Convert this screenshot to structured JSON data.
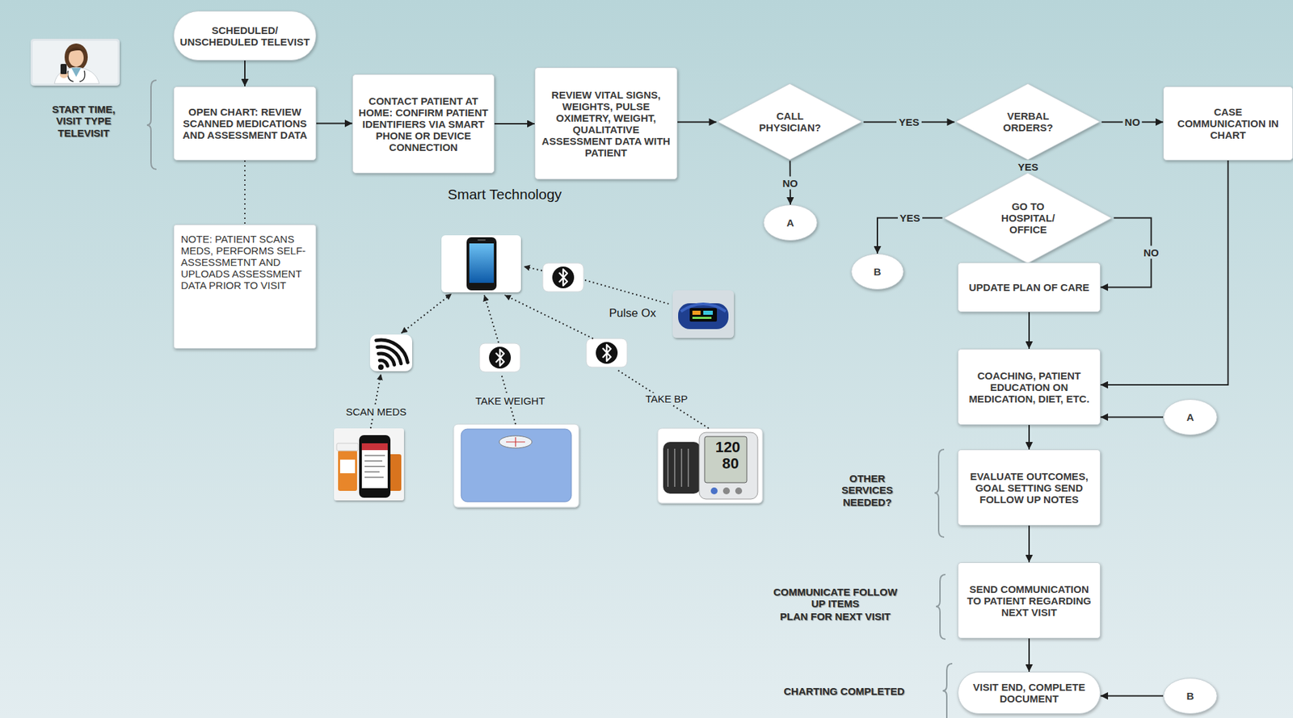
{
  "diagram": {
    "nodes": [
      {
        "text": [
          "SCHEDULED/ UNSCHEDULED TELEVIST"
        ]
      },
      {
        "text": [
          "OPEN CHART: REVIEW SCANNED MEDICATIONS AND ASSESSMENT DATA"
        ]
      },
      {
        "text": [
          "CONTACT PATIENT AT HOME: CONFIRM PATIENT IDENTIFIERS VIA SMART PHONE OR DEVICE CONNECTION"
        ]
      },
      {
        "text": [
          "REVIEW VITAL SIGNS, WEIGHTS, PULSE OXIMETRY, WEIGHT, QUALITATIVE ASSESSMENT DATA WITH PATIENT"
        ]
      },
      {
        "text": [
          "CALL PHYSICIAN?"
        ]
      },
      {
        "text": [
          "VERBAL ORDERS?"
        ]
      },
      {
        "text": [
          "CASE COMMUNICATION IN CHART"
        ]
      },
      {
        "text": [
          "A"
        ]
      },
      {
        "text": [
          "GO TO HOSPITAL/ OFFICE"
        ]
      },
      {
        "text": [
          "B"
        ]
      },
      {
        "text": [
          "NOTE: PATIENT SCANS MEDS, PERFORMS SELF-ASSESSMETNT AND UPLOADS ASSESSMENT DATA PRIOR TO VISIT"
        ]
      },
      {
        "text": [
          "UPDATE PLAN OF CARE"
        ]
      },
      {
        "text": [
          "COACHING, PATIENT EDUCATION ON MEDICATION, DIET, ETC."
        ]
      },
      {
        "text": [
          "A"
        ]
      },
      {
        "text": [
          "EVALUATE OUTCOMES, GOAL SETTING SEND FOLLOW UP NOTES"
        ]
      },
      {
        "text": [
          "SEND COMMUNICATION TO PATIENT REGARDING NEXT VISIT"
        ]
      },
      {
        "text": [
          "VISIT END, COMPLETE DOCUMENT"
        ]
      },
      {
        "text": [
          "B"
        ]
      }
    ],
    "edges": [
      {
        "from": 0,
        "to": 1,
        "arrow": "to"
      },
      {
        "from": 1,
        "to": 2,
        "arrow": "to"
      },
      {
        "from": 2,
        "to": 3,
        "arrow": "to"
      },
      {
        "from": 3,
        "to": 4,
        "arrow": "to"
      },
      {
        "from": 4,
        "to": 5,
        "label": "YES",
        "arrow": "to"
      },
      {
        "from": 5,
        "to": 6,
        "label": "NO",
        "arrow": "to"
      },
      {
        "from": 4,
        "to": 7,
        "label": "NO",
        "arrow": "to"
      },
      {
        "from": 5,
        "to": 8,
        "label": "YES",
        "arrow": "to"
      },
      {
        "from": 8,
        "to": 9,
        "label": "YES",
        "arrow": "to"
      },
      {
        "from": 8,
        "to": 11,
        "label": "NO",
        "arrow": "to"
      },
      {
        "from": 1,
        "to": 10,
        "arrow": "none"
      },
      {
        "from": 11,
        "to": 12,
        "arrow": "to"
      },
      {
        "from": 6,
        "to": 12,
        "arrow": "to"
      },
      {
        "from": 13,
        "to": 12,
        "arrow": "to"
      },
      {
        "from": 12,
        "to": 14,
        "arrow": "to"
      },
      {
        "from": 14,
        "to": 15,
        "arrow": "to"
      },
      {
        "from": 15,
        "to": 16,
        "arrow": "to"
      },
      {
        "from": 17,
        "to": 16,
        "arrow": "to"
      }
    ],
    "labels": [
      "START TIME, VISIT TYPE TELEVISIT",
      "Smart Technology",
      "Pulse Ox",
      "SCAN MEDS",
      "TAKE WEIGHT",
      "TAKE BP",
      "120",
      "80",
      "OTHER SERVICES NEEDED?",
      "COMMUNICATE FOLLOW UP ITEMS",
      "PLAN FOR NEXT VISIT",
      "CHARTING COMPLETED"
    ]
  }
}
